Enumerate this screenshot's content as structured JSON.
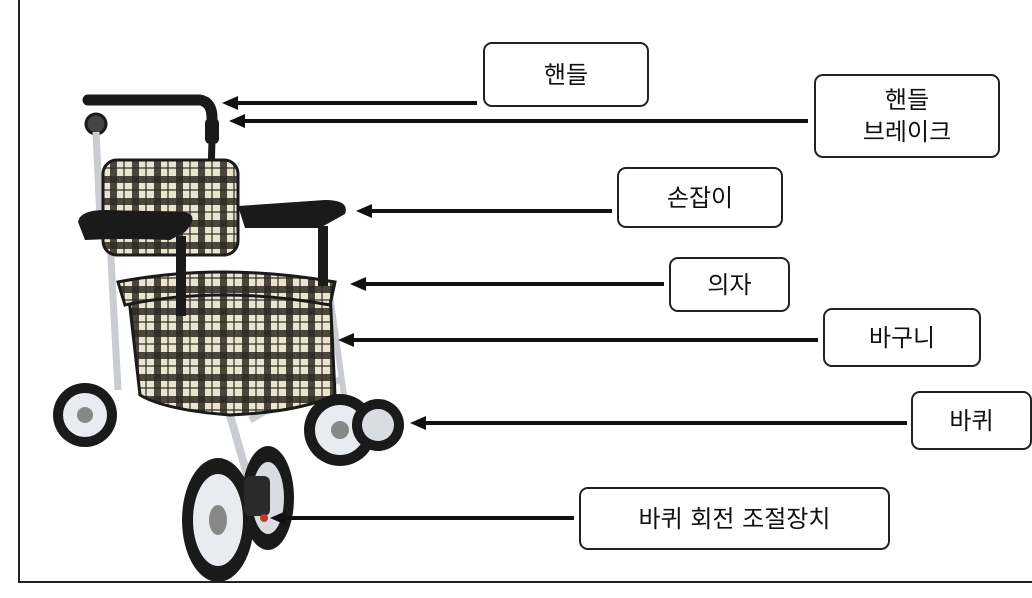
{
  "labels": {
    "handle": "핸들",
    "handle_brake_line1": "핸들",
    "handle_brake_line2": "브레이크",
    "armrest": "손잡이",
    "seat": "의자",
    "basket": "바구니",
    "wheel": "바퀴",
    "wheel_swivel_lock": "바퀴 회전 조절장치"
  },
  "colors": {
    "frame": "#222222",
    "plaid_dark": "#2e2a22",
    "plaid_light": "#e9e3cf",
    "metal": "#c9ccd0",
    "tire": "#1a1a1a",
    "hub": "#e8ebef",
    "accent": "#c0392b"
  }
}
